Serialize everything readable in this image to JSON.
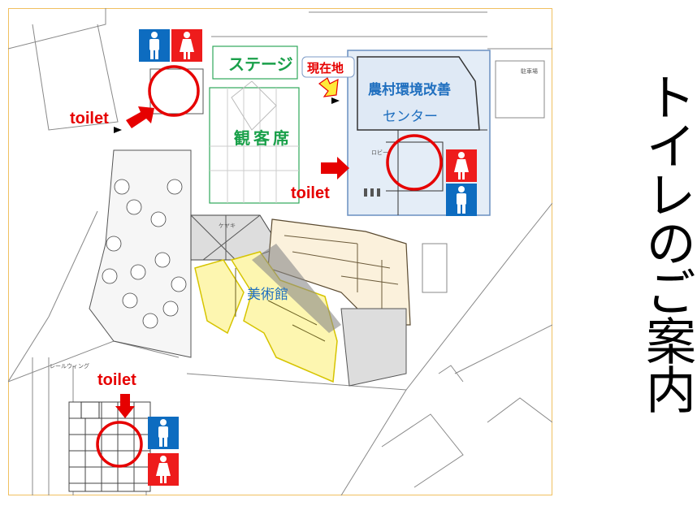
{
  "title": "トイレのご案内",
  "map": {
    "stage_label": "ステージ",
    "audience_label": "観客席",
    "current_location_label": "現在地",
    "center_name_line1": "農村環境改善",
    "center_name_line2": "センター",
    "museum_label": "美術館",
    "toilet_labels": [
      "toilet",
      "toilet",
      "toilet"
    ],
    "small_labels": {
      "lobby": "ロビー",
      "keyaki": "ケヤキ",
      "rail_wing": "レールウィング",
      "parking": "駐車場"
    },
    "icons": [
      "male-restroom-icon",
      "female-restroom-icon"
    ]
  },
  "colors": {
    "male": "#0d6cc0",
    "female": "#ee1c1c",
    "marker": "#e60000",
    "stage_green": "#1aa04a",
    "center_blue": "#1f6fbf",
    "museum_yellow": "#fdf6b0"
  }
}
